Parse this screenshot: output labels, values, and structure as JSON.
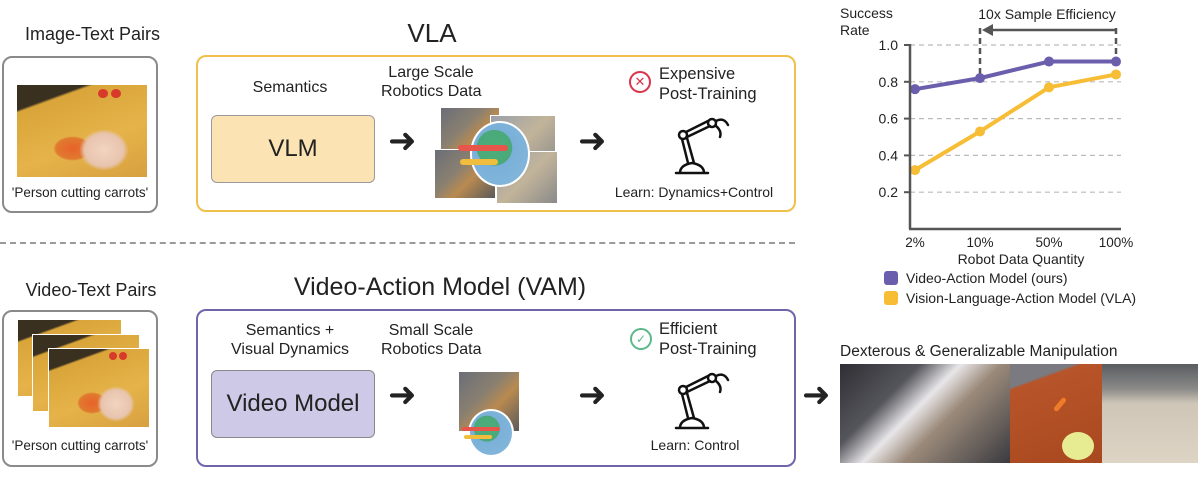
{
  "top_row": {
    "pairs_title": "Image-Text Pairs",
    "pairs_caption": "'Person cutting carrots'",
    "section_title": "VLA",
    "model_heading": "Semantics",
    "model_label": "VLM",
    "data_heading_line1": "Large Scale",
    "data_heading_line2": "Robotics Data",
    "posttrain_status_icon": "x-circle-icon",
    "posttrain_line1": "Expensive",
    "posttrain_line2": "Post-Training",
    "learn_label": "Learn: Dynamics+Control"
  },
  "bottom_row": {
    "pairs_title": "Video-Text Pairs",
    "pairs_caption": "'Person cutting carrots'",
    "section_title": "Video-Action Model (VAM)",
    "model_heading_line1": "Semantics +",
    "model_heading_line2": "Visual Dynamics",
    "model_label": "Video Model",
    "data_heading_line1": "Small Scale",
    "data_heading_line2": "Robotics Data",
    "posttrain_status_icon": "check-circle-icon",
    "posttrain_line1": "Efficient",
    "posttrain_line2": "Post-Training",
    "learn_label": "Learn: Control"
  },
  "result": {
    "title": "Dexterous & Generalizable Manipulation"
  },
  "colors": {
    "vla_accent": "#f0c04a",
    "vam_accent": "#6e66a8",
    "x_icon": "#d9344a",
    "check_icon": "#5cb88a"
  },
  "chart_data": {
    "type": "line",
    "title": "",
    "ylabel_line1": "Success",
    "ylabel_line2": "Rate",
    "xlabel": "Robot Data Quantity",
    "categories": [
      "2%",
      "10%",
      "50%",
      "100%"
    ],
    "yticks": [
      "0.2",
      "0.4",
      "0.6",
      "0.8",
      "1.0"
    ],
    "ylim": [
      0,
      1.0
    ],
    "grid": "horizontal-dashed",
    "annotation": "10x Sample Efficiency",
    "annotation_span": [
      "10%",
      "100%"
    ],
    "series": [
      {
        "name": "Video-Action Model (ours)",
        "color": "#6b5fad",
        "values": [
          0.76,
          0.82,
          0.91,
          0.91
        ]
      },
      {
        "name": "Vision-Language-Action Model (VLA)",
        "color": "#f6bd35",
        "values": [
          0.32,
          0.53,
          0.77,
          0.84
        ]
      }
    ],
    "legend_position": "bottom"
  }
}
